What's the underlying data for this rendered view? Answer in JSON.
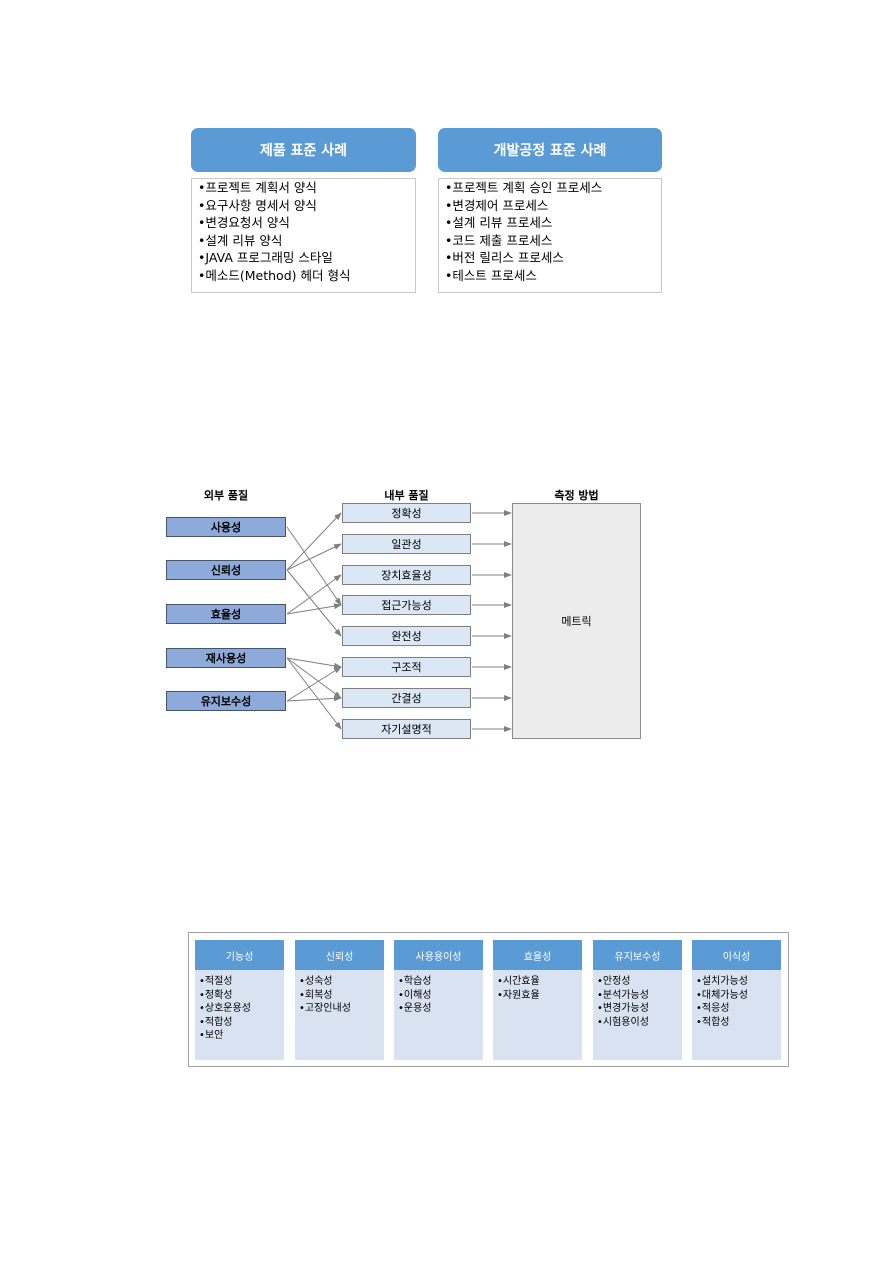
{
  "fig1": {
    "product": {
      "title": "제품 표준 사례",
      "items": [
        "프로젝트 계획서 양식",
        "요구사항 명세서 양식",
        "변경요청서 양식",
        "설계 리뷰 양식",
        "JAVA 프로그래밍 스타일",
        "메소드(Method) 헤더 형식"
      ]
    },
    "process": {
      "title": "개발공정 표준 사례",
      "items": [
        "프로젝트 계획 승인 프로세스",
        "변경제어 프로세스",
        "설계 리뷰 프로세스",
        "코드 제출 프로세스",
        "버전 릴리스 프로세스",
        "테스트 프로세스"
      ]
    }
  },
  "fig2": {
    "headers": {
      "external": "외부 품질",
      "internal": "내부 품질",
      "measure": "측정 방법"
    },
    "external": [
      "사용성",
      "신뢰성",
      "효율성",
      "재사용성",
      "유지보수성"
    ],
    "internal": [
      "정확성",
      "일관성",
      "장치효율성",
      "접근가능성",
      "완전성",
      "구조적",
      "간결성",
      "자기설명적"
    ],
    "metric": "메트릭",
    "links": [
      [
        0,
        3
      ],
      [
        1,
        0
      ],
      [
        1,
        1
      ],
      [
        1,
        4
      ],
      [
        2,
        2
      ],
      [
        2,
        3
      ],
      [
        3,
        5
      ],
      [
        3,
        6
      ],
      [
        3,
        7
      ],
      [
        4,
        5
      ],
      [
        4,
        6
      ]
    ]
  },
  "fig3": {
    "columns": [
      {
        "title": "기능성",
        "items": [
          "적절성",
          "정확성",
          "상호운용성",
          "적합성",
          "보안"
        ]
      },
      {
        "title": "신뢰성",
        "items": [
          "성숙성",
          "회복성",
          "고장인내성"
        ]
      },
      {
        "title": "사용용이성",
        "items": [
          "학습성",
          "이해성",
          "운용성"
        ]
      },
      {
        "title": "효율성",
        "items": [
          "시간효율",
          "자원효율"
        ]
      },
      {
        "title": "유지보수성",
        "items": [
          "안정성",
          "분석가능성",
          "변경가능성",
          "시험용이성"
        ]
      },
      {
        "title": "이식성",
        "items": [
          "설치가능성",
          "대체가능성",
          "적응성",
          "적합성"
        ]
      }
    ]
  }
}
